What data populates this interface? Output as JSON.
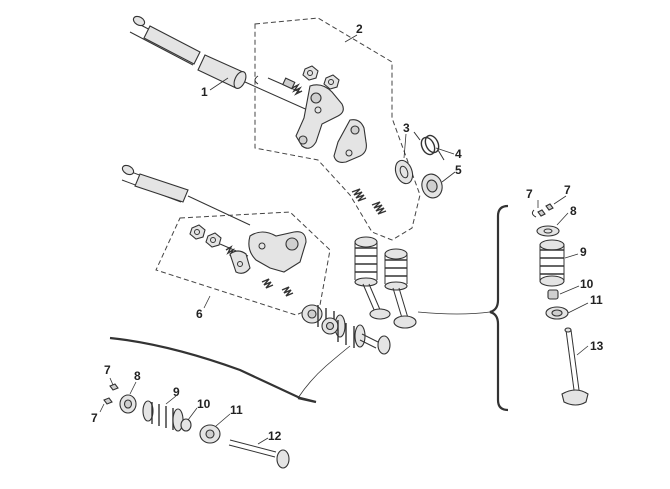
{
  "callouts": {
    "c1": "1",
    "c2": "2",
    "c3": "3",
    "c4": "4",
    "c5": "5",
    "c6": "6",
    "c7a": "7",
    "c7b": "7",
    "c8": "8",
    "c9": "9",
    "c10": "10",
    "c11": "11",
    "c13": "13",
    "c7c": "7",
    "c7d": "7",
    "c8b": "8",
    "c9b": "9",
    "c10b": "10",
    "c11b": "11",
    "c12": "12"
  },
  "colors": {
    "line": "#333333",
    "fill": "#e4e4e4",
    "background": "#ffffff"
  }
}
